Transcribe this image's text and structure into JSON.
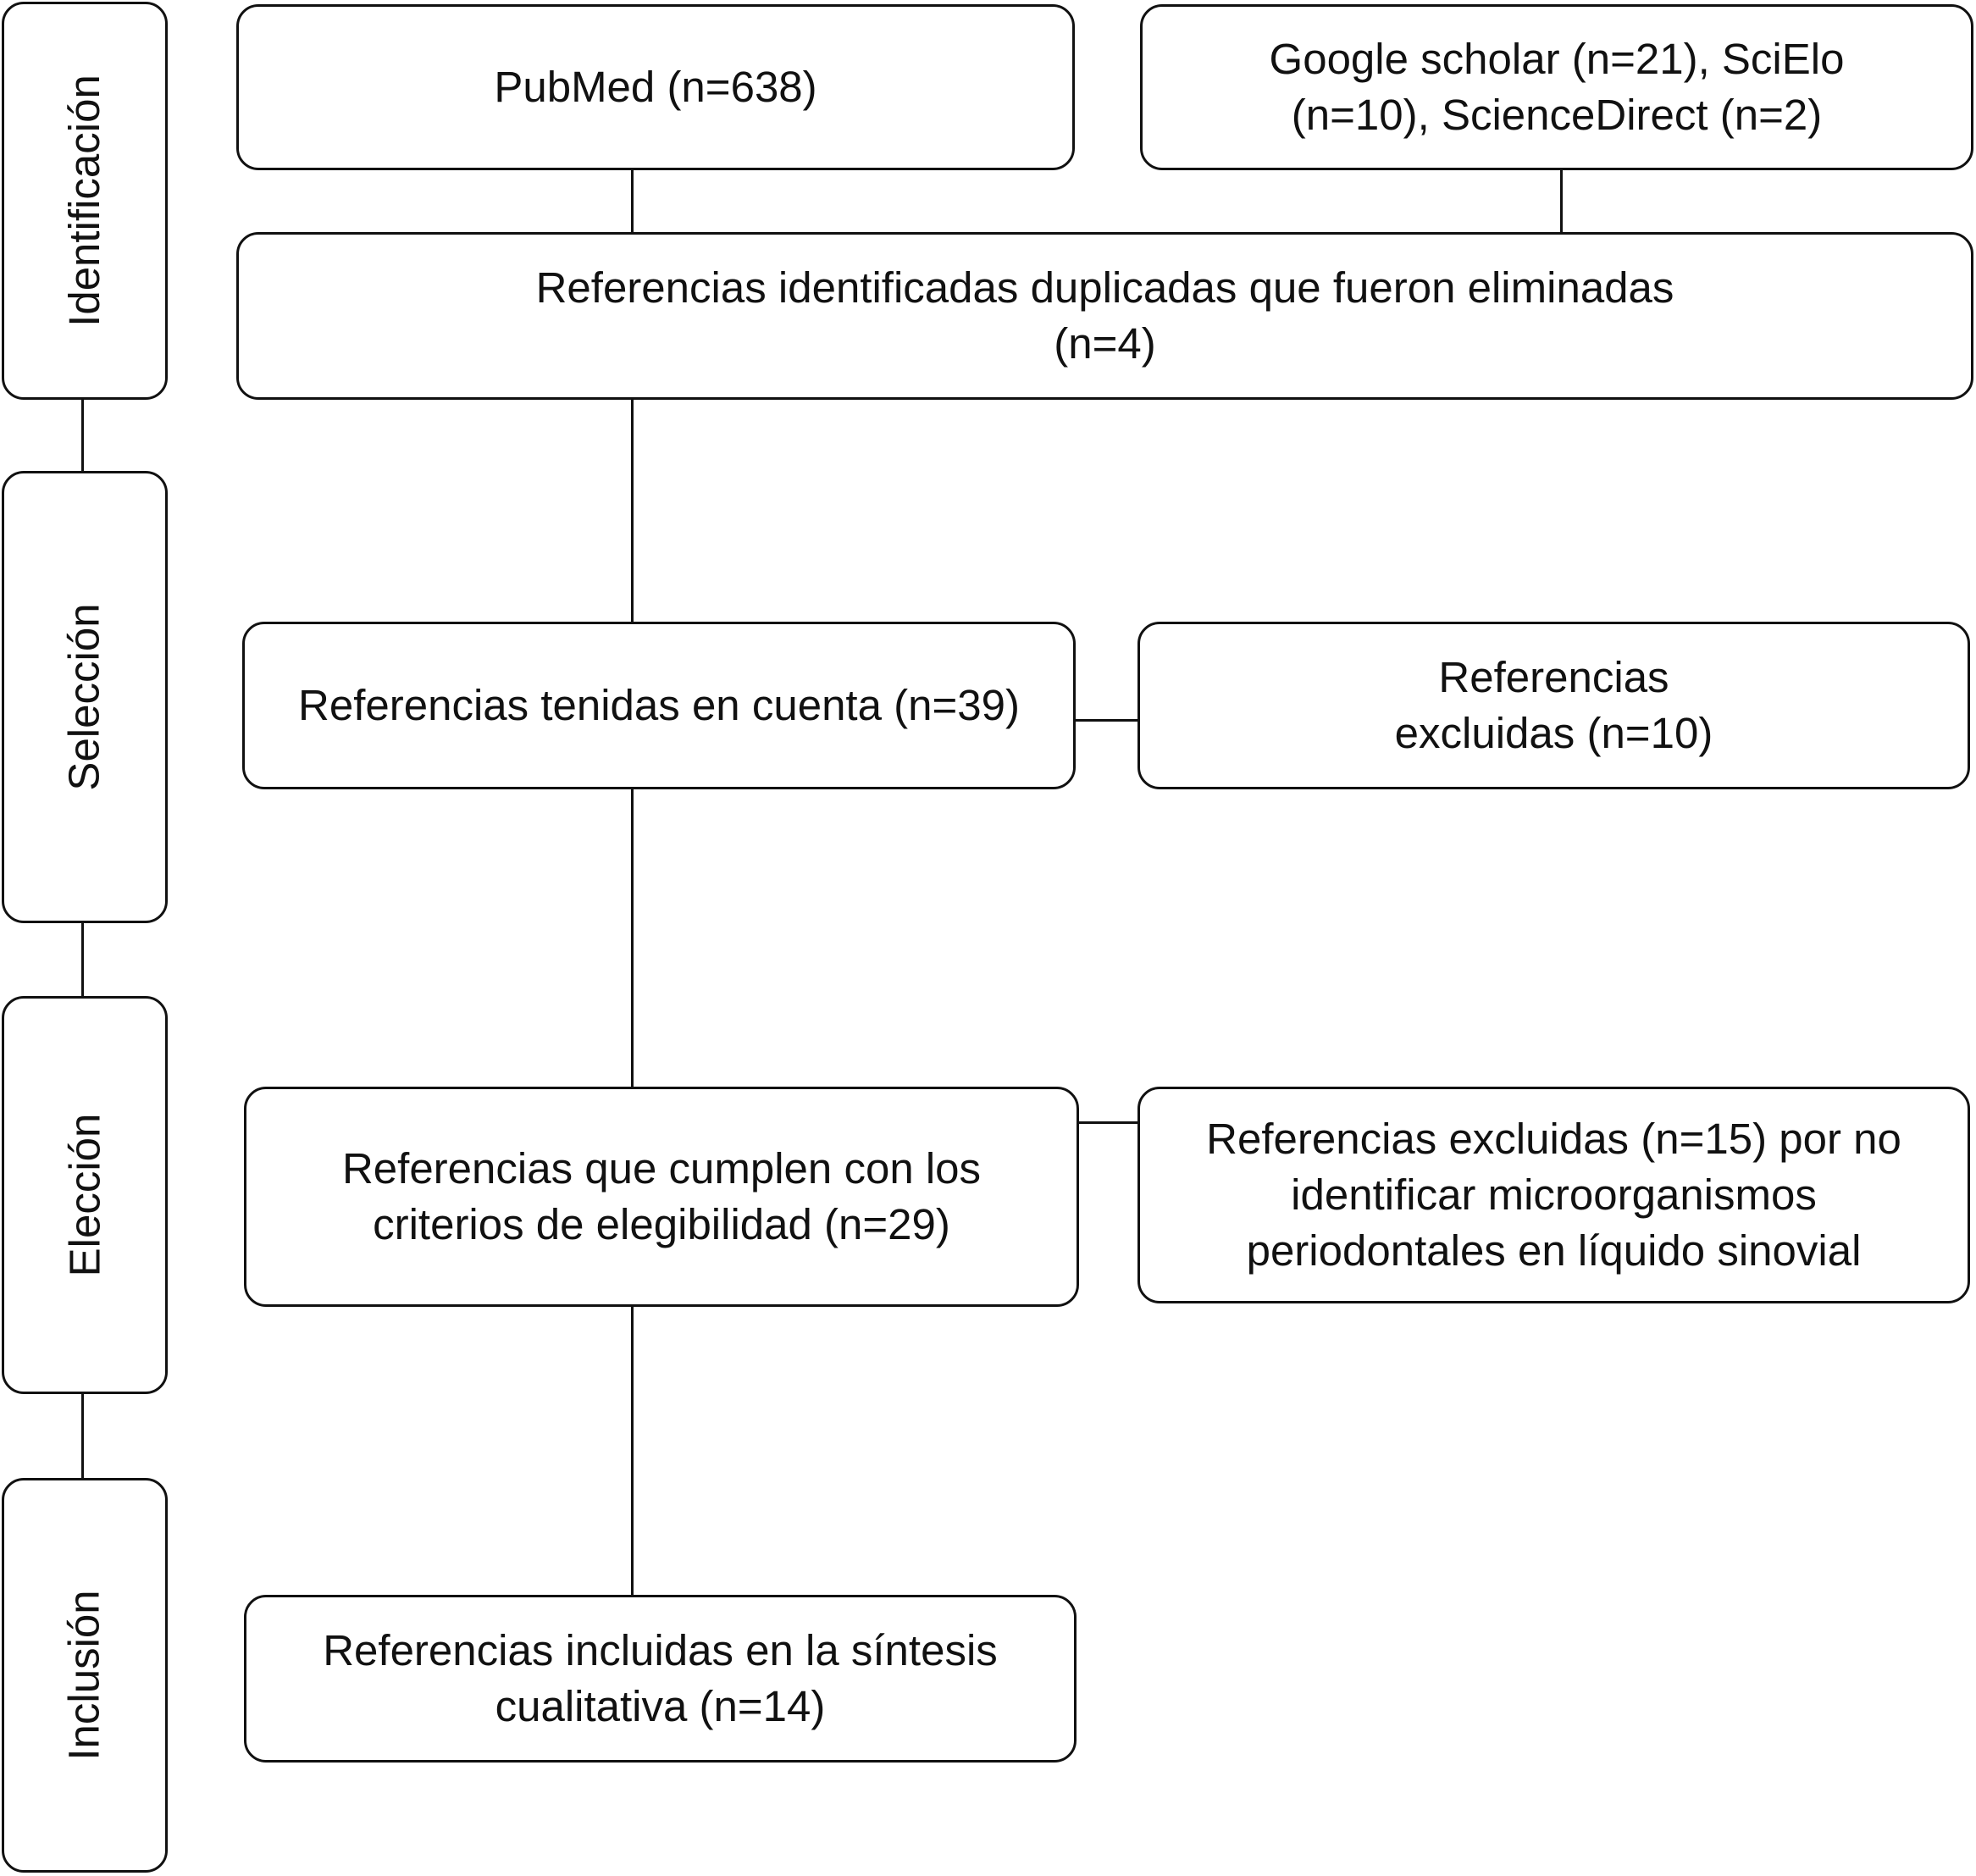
{
  "phases": {
    "identification": "Identificación",
    "selection": "Selección",
    "eligibility": "Elección",
    "inclusion": "Inclusión"
  },
  "boxes": {
    "pubmed": "PubMed (n=638)",
    "other_sources": "Google scholar (n=21), SciElo\n(n=10), ScienceDirect (n=2)",
    "duplicates_removed": "Referencias identificadas duplicadas que fueron eliminadas\n(n=4)",
    "screened": "Referencias tenidas en cuenta (n=39)",
    "screened_excluded": "Referencias\nexcluidas (n=10)",
    "eligible": "Referencias que cumplen con los\ncriterios de elegibilidad (n=29)",
    "eligible_excluded": "Referencias excluidas (n=15) por no\nidentificar microorganismos\nperiodontales en líquido sinovial",
    "included": "Referencias incluidas en la síntesis\ncualitativa (n=14)"
  }
}
